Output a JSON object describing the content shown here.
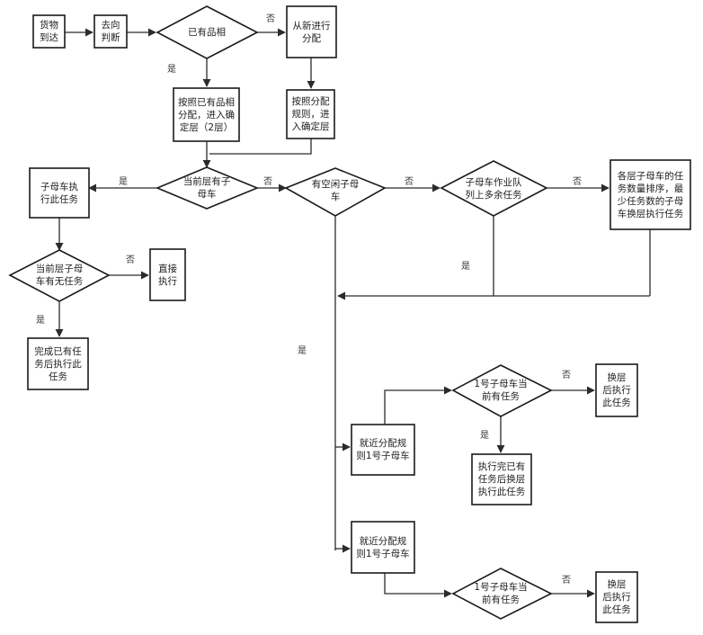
{
  "nodes": {
    "arrive": "货物\n到达",
    "judge": "去向\n判断",
    "hasSlot": "已有品相",
    "reassign": "从新进行\n分配",
    "byExist": "按照已有品相\n分配，进入确\n定层（2层）",
    "byRule": "按照分配\n规则，进\n入确定层",
    "hasCar": "当前层有子\n母车",
    "idleCar": "有空闲子母\n车",
    "queueOver": "子母车作业队\n列上多余任务",
    "sortTasks": "各层子母车的任\n务数量排序，最\n少任务数的子母\n车换层执行任务",
    "carExec": "子母车执\n行此任务",
    "carHasTask": "当前层子母\n车有无任务",
    "directExec": "直接\n执行",
    "finishThen": "完成已有任\n务后执行此\n任务",
    "nearRule1": "就近分配规\n则1号子母车",
    "car1HasTask": "1号子母车当\n前有任务",
    "afterSwitch1": "换层\n后执行\n此任务",
    "finishSwitch": "执行完已有\n任务后换层\n执行此任务",
    "nearRule2": "就近分配规\n则1号子母车",
    "car1HasTask2": "1号子母车当\n前有任务",
    "afterSwitch2": "换层\n后执行\n此任务"
  },
  "labels": {
    "yes": "是",
    "no": "否"
  }
}
